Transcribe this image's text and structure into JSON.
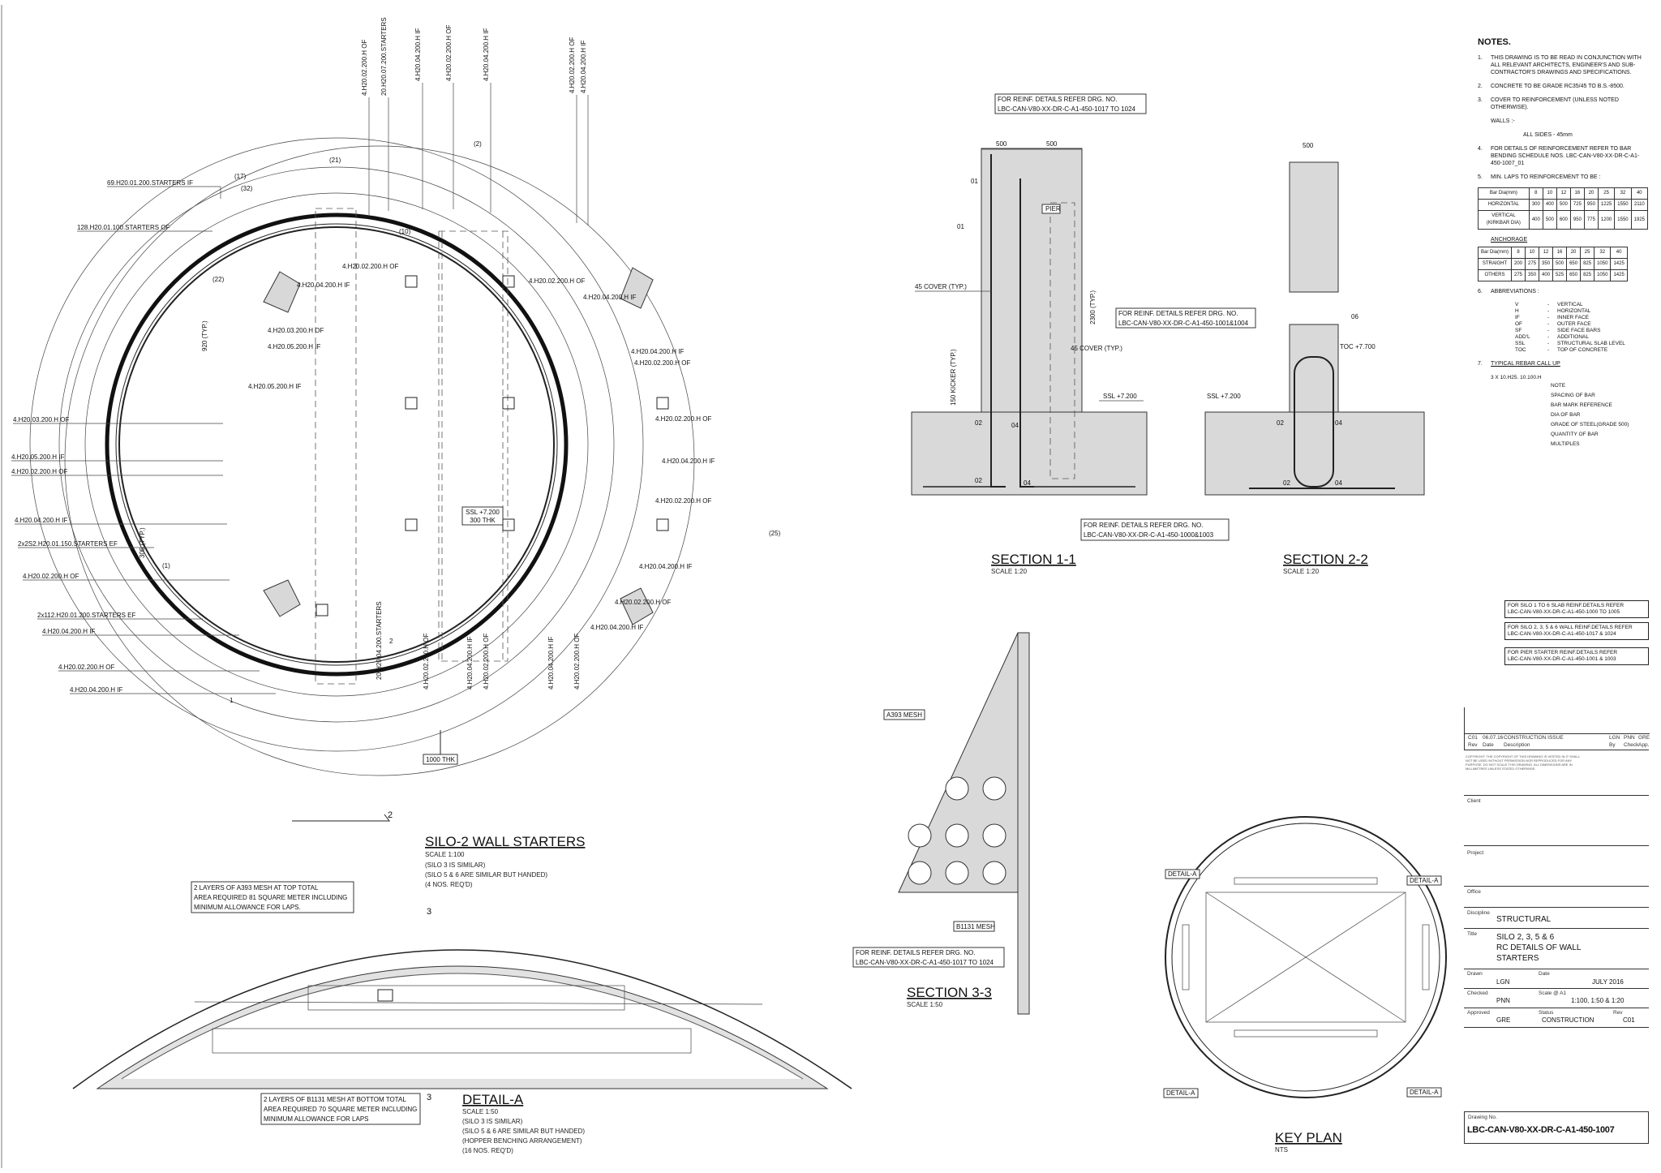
{
  "plan": {
    "title": "SILO-2 WALL STARTERS",
    "scale": "SCALE 1:100",
    "notes": [
      "(SILO 3 IS SIMILAR)",
      "(SILO 5 & 6 ARE SIMILAR BUT HANDED)",
      "(4 NOS. REQ'D)"
    ],
    "center_label": [
      "SSL +7.200",
      "300 THK"
    ],
    "wall_label": "1000 THK",
    "callouts_left": [
      "69.H20.01.200.STARTERS IF",
      "128.H20.01.100.STARTERS OF",
      "4.H20.03.200.H OF",
      "4.H20.05.200.H IF",
      "4.H20.02.200.H OF",
      "4.H20.04.200.H IF",
      "2x2S2.H20.01.150.STARTERS EF",
      "4.H20.02.200.H OF",
      "2x112.H20.01.200.STARTERS EF",
      "4.H20.04.200.H IF",
      "4.H20.02.200.H OF",
      "4.H20.04.200.H IF"
    ],
    "callouts_top": [
      "4.H20.02.200.H OF",
      "20.H20.07.200.STARTERS",
      "4.H20.04.200.H IF",
      "4.H20.02.200.H OF",
      "4.H20.04.200.H IF",
      "4.H20.02.200.H OF",
      "4.H20.04.200.H IF"
    ],
    "callouts_inner": [
      "4.H20.02.200.H OF",
      "4.H20.04.200.H IF",
      "4.H20.03.200.H OF",
      "4.H20.05.200.H IF",
      "4.H20.05.200.H IF",
      "4.H20.02.200.H OF",
      "4.H20.04.200.H IF",
      "4.H20.04.200.H IF",
      "4.H20.02.200.H OF",
      "4.H20.02.200.H OF",
      "4.H20.04.200.H IF",
      "4.H20.02.200.H OF",
      "4.H20.04.200.H IF",
      "4.H20.02.200.H OF",
      "4.H20.04.200.H IF"
    ],
    "callouts_bottom": [
      "20.H20.04.200.STARTERS",
      "4.H20.02.200.H OF",
      "4.H20.04.200.H IF",
      "4.H20.02.200.H OF",
      "4.H20.04.200.H IF",
      "4.H20.02.200.H OF"
    ],
    "dim_labels": [
      "(21)",
      "(17)",
      "(32)",
      "(10)",
      "(22)",
      "(25)",
      "(2)",
      "(1)",
      "1",
      "2",
      "920 (TYP.)",
      "305 (TYP.)"
    ]
  },
  "section11": {
    "title": "SECTION 1-1",
    "scale": "SCALE 1:20",
    "ref_top": [
      "FOR REINF. DETAILS  REFER DRG. NO.",
      "LBC-CAN-V80-XX-DR-C-A1-450-1017 TO 1024"
    ],
    "ref_mid": [
      "FOR REINF. DETAILS  REFER DRG. NO.",
      "LBC-CAN-V80-XX-DR-C-A1-450-1001&1004"
    ],
    "ref_bot": [
      "FOR REINF. DETAILS  REFER DRG. NO.",
      "LBC-CAN-V80-XX-DR-C-A1-450-1000&1003"
    ],
    "dims": [
      "500",
      "500",
      "2300 (TYP.)",
      "150 KICKER (TYP.)"
    ],
    "labels": [
      "45 COVER (TYP.)",
      "45 COVER (TYP.)",
      "PIER",
      "SSL +7.200",
      "01",
      "01",
      "02",
      "04",
      "02",
      "04"
    ]
  },
  "section22": {
    "title": "SECTION 2-2",
    "scale": "SCALE 1:20",
    "dims": [
      "500"
    ],
    "labels": [
      "06",
      "TOC +7.700",
      "SSL +7.200",
      "02",
      "04",
      "02",
      "04"
    ]
  },
  "section33": {
    "title": "SECTION 3-3",
    "scale": "SCALE 1:50",
    "labels": [
      "A393 MESH",
      "B1131 MESH"
    ],
    "ref": [
      "FOR REINF. DETAILS  REFER DRG. NO.",
      "LBC-CAN-V80-XX-DR-C-A1-450-1017 TO 1024"
    ]
  },
  "detailA": {
    "title": "DETAIL-A",
    "scale": "SCALE 1:50",
    "notes": [
      "(SILO 3 IS SIMILAR)",
      "(SILO 5 & 6 ARE SIMILAR BUT HANDED)",
      "(HOPPER BENCHING ARRANGEMENT)",
      "(16 NOS. REQ'D)"
    ],
    "top_note": [
      "2 LAYERS OF A393 MESH AT TOP TOTAL",
      "AREA REQUIRED 81 SQUARE METER INCLUDING",
      "MINIMUM ALLOWANCE FOR LAPS."
    ],
    "bot_note": [
      "2 LAYERS OF B1131 MESH AT BOTTOM TOTAL",
      "AREA REQUIRED 70 SQUARE METER INCLUDING",
      "MINIMUM ALLOWANCE FOR LAPS"
    ],
    "marker": "3"
  },
  "keyplan": {
    "title": "KEY PLAN",
    "scale": "NTS",
    "labels": [
      "DETAIL-A",
      "DETAIL-A",
      "DETAIL-A",
      "DETAIL-A"
    ]
  },
  "notes": {
    "heading": "NOTES.",
    "items": [
      {
        "n": "1.",
        "t": "THIS DRAWING IS TO BE READ IN CONJUNCTION WITH ALL RELEVANT ARCHITECTS, ENGINEER'S AND SUB-CONTRACTOR'S DRAWINGS AND SPECIFICATIONS."
      },
      {
        "n": "2.",
        "t": "CONCRETE TO BE GRADE RC35/45  TO B.S.-8500."
      },
      {
        "n": "3.",
        "t": "COVER TO REINFORCEMENT (UNLESS NOTED OTHERWISE)."
      },
      {
        "n": "",
        "t": "WALLS :-"
      },
      {
        "n": "",
        "t": "ALL SIDES  - 45mm"
      },
      {
        "n": "4.",
        "t": "FOR DETAILS OF REINFORCEMENT REFER TO BAR BENDING SCHEDULE NOS. LBC-CAN-V80-XX-DR-C-A1-450-1007_01"
      },
      {
        "n": "5.",
        "t": "MIN. LAPS TO REINFORCEMENT TO BE :"
      }
    ],
    "laps_table": [
      [
        "Bar Dia(mm)",
        "8",
        "10",
        "12",
        "16",
        "20",
        "25",
        "32",
        "40"
      ],
      [
        "HORIZONTAL",
        "300",
        "400",
        "500",
        "725",
        "950",
        "1225",
        "1550",
        "2110"
      ],
      [
        "VERTICAL (KIRKBAR DIA)",
        "400",
        "500",
        "600",
        "950",
        "775",
        "1200",
        "1550",
        "1925"
      ]
    ],
    "anchorage_heading": "ANCHORAGE",
    "anchor_table": [
      [
        "Bar Dia(mm)",
        "8",
        "10",
        "12",
        "16",
        "20",
        "25",
        "32",
        "40"
      ],
      [
        "STRAIGHT",
        "200",
        "275",
        "350",
        "500",
        "650",
        "825",
        "1050",
        "1425"
      ],
      [
        "OTHERS",
        "275",
        "350",
        "400",
        "525",
        "650",
        "825",
        "1050",
        "1425"
      ]
    ],
    "abbr_heading": "ABBREVIATIONS :",
    "abbr": [
      [
        "V",
        "VERTICAL"
      ],
      [
        "H",
        "HORIZONTAL"
      ],
      [
        "IF",
        "INNER FACE"
      ],
      [
        "OF",
        "OUTER FACE"
      ],
      [
        "SF",
        "SIDE FACE BARS"
      ],
      [
        "ADD'L",
        "ADDITIONAL"
      ],
      [
        "SSL",
        "STRUCTURAL SLAB LEVEL"
      ],
      [
        "TOC",
        "TOP OF CONCRETE"
      ]
    ],
    "callup_heading": "TYPICAL REBAR CALL UP",
    "callup_example": "3 X 10.H25. 10.100.H",
    "callup_items": [
      "NOTE",
      "SPACING OF BAR",
      "BAR MARK REFERENCE",
      "DIA OF BAR",
      "GRADE OF STEEL(GRADE 500)",
      "QUANTITY OF BAR",
      "MULTIPLES"
    ]
  },
  "refs": [
    [
      "FOR SILO 1 TO 6 SLAB REINF.DETAILS REFER",
      "LBC-CAN-V80-XX-DR-C-A1-450-1000 TO 1005"
    ],
    [
      "FOR SILO 2, 3, 5 & 6 WALL REINF.DETAILS REFER",
      "LBC-CAN-V80-XX-DR-C-A1-450-1017 & 1024"
    ],
    [
      "FOR PIER STARTER REINF.DETAILS REFER",
      "LBC-CAN-V80-XX-DR-C-A1-450-1001 & 1003"
    ]
  ],
  "titleblock": {
    "rev_row": [
      "C01",
      "06.07.16",
      "CONSTRUCTION ISSUE",
      "LGN",
      "PNN",
      "GRE"
    ],
    "rev_head": [
      "Rev",
      "Date",
      "Description",
      "By",
      "Check",
      "App."
    ],
    "copyright": "COPYRIGHT: THE COPYRIGHT OF THIS DRAWING IS VESTED IN IT SHALL NOT BE USED WITHOUT PERMISSION NOR REPRODUCED FOR ANY PURPOSE. DO NOT SCALE THIS DRAWING. ALL DIMENSIONS ARE IN MILLIMETRES UNLESS STATED OTHERWISE.",
    "client_lbl": "Client",
    "project_lbl": "Project",
    "office_lbl": "Office",
    "discipline_lbl": "Discipline",
    "discipline": "STRUCTURAL",
    "title_lbl": "Title",
    "title": [
      "SILO 2, 3, 5 & 6",
      "RC DETAILS OF WALL",
      "STARTERS"
    ],
    "drawn_lbl": "Drawn",
    "drawn": "LGN",
    "date_lbl": "Date",
    "date": "JULY 2016",
    "checked_lbl": "Checked",
    "checked": "PNN",
    "scale_lbl": "Scale @ A1",
    "scale": "1:100, 1:50 & 1:20",
    "approved_lbl": "Approved",
    "approved": "GRE",
    "status_lbl": "Status",
    "status": "CONSTRUCTION",
    "rev_lbl": "Rev",
    "rev": "C01",
    "dwg_lbl": "Drawing No.",
    "dwg_no": "LBC-CAN-V80-XX-DR-C-A1-450-1007"
  }
}
